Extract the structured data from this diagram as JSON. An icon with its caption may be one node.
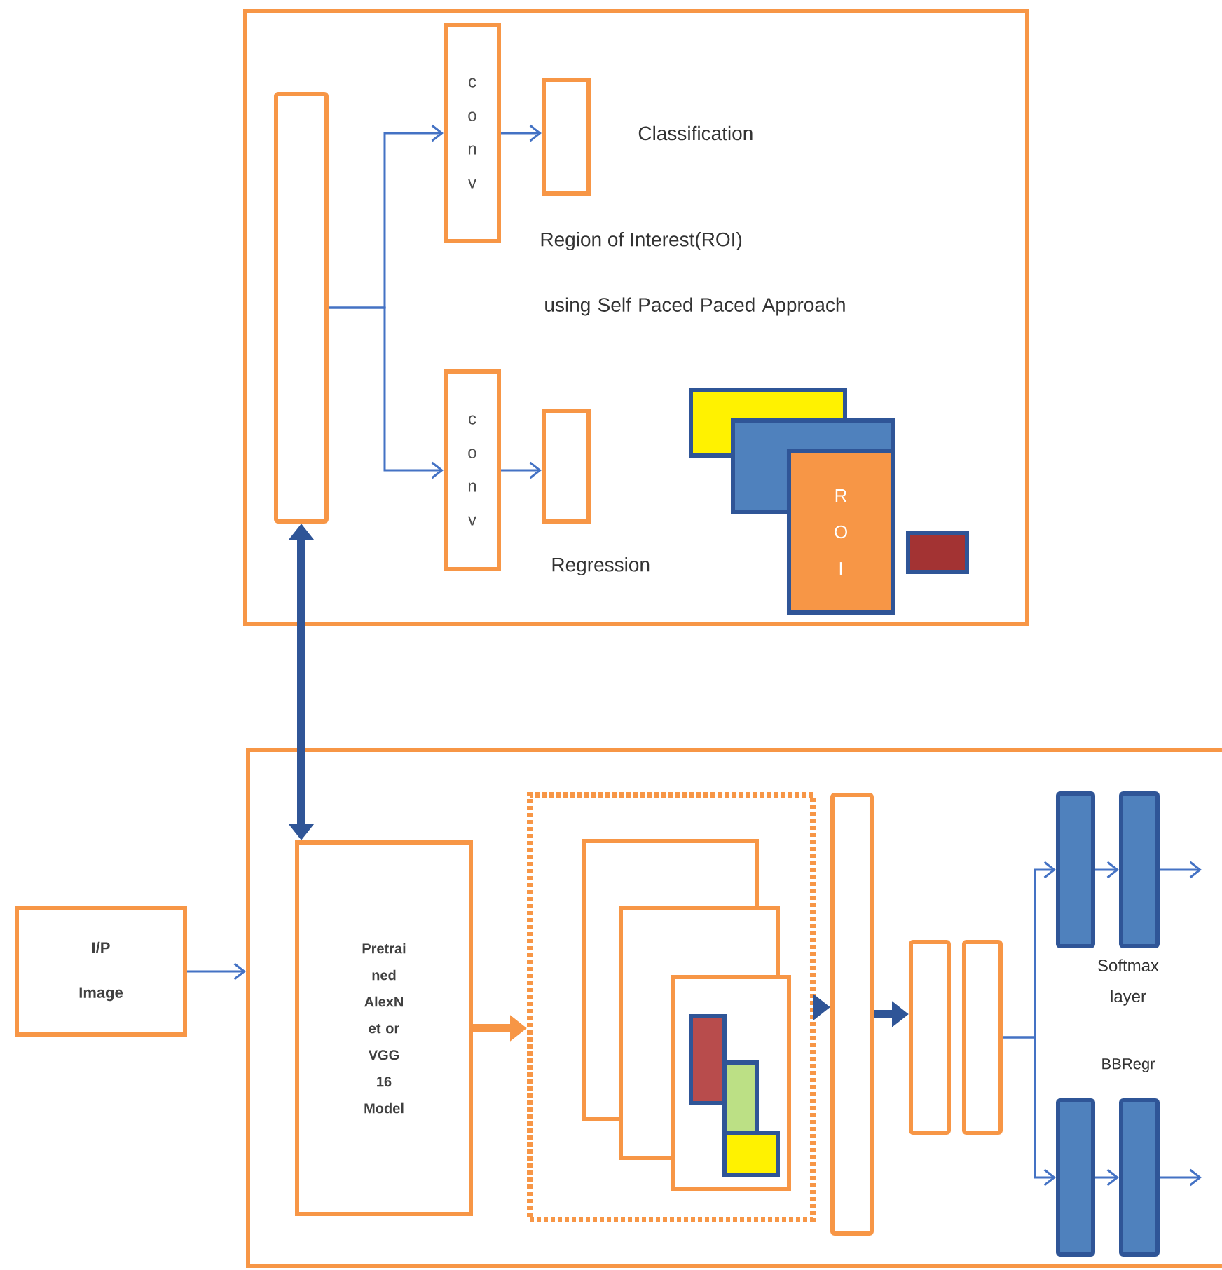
{
  "diagram": {
    "nodes": [
      {
        "text": [],
        "shape": "box"
      },
      {
        "text": [],
        "shape": "bar",
        "in": 0
      },
      {
        "text": [
          "c o n v"
        ],
        "in": 0
      },
      {
        "text": [],
        "shape": "box",
        "in": 0
      },
      {
        "text": [
          "c o n v"
        ],
        "in": 0
      },
      {
        "text": [],
        "shape": "box",
        "in": 0
      },
      {
        "text": [
          "R O I"
        ],
        "in": 0
      },
      {
        "text": [],
        "shape": "box"
      },
      {
        "text": [
          "I/P Image"
        ]
      },
      {
        "text": [
          "Pretrai ned AlexN et or VGG 16 Model"
        ],
        "in": 7
      },
      {
        "text": [],
        "shape": "box",
        "in": 7
      },
      {
        "text": [],
        "shape": "box",
        "in": 10
      },
      {
        "text": [],
        "shape": "box",
        "in": 10
      },
      {
        "text": [],
        "shape": "box",
        "in": 10
      },
      {
        "text": [],
        "shape": "bar",
        "in": 7
      },
      {
        "text": [],
        "shape": "bar",
        "in": 7
      },
      {
        "text": [],
        "shape": "bar",
        "in": 7
      },
      {
        "text": [],
        "shape": "bar",
        "in": 7
      },
      {
        "text": [],
        "shape": "bar",
        "in": 7
      },
      {
        "text": [],
        "shape": "bar",
        "in": 7
      },
      {
        "text": [],
        "shape": "bar",
        "in": 7
      }
    ],
    "edges": [
      {
        "from": 1,
        "to": 2,
        "arrow": "to"
      },
      {
        "from": 1,
        "to": 4,
        "arrow": "to"
      },
      {
        "from": 2,
        "to": 3,
        "arrow": "to"
      },
      {
        "from": 4,
        "to": 5,
        "arrow": "to"
      },
      {
        "from": 1,
        "to": 9,
        "arrow": "both",
        "style": "thick",
        "color": "#2f5597"
      },
      {
        "from": 8,
        "to": 7,
        "arrow": "to"
      },
      {
        "from": 9,
        "to": 10,
        "arrow": "to",
        "style": "thick",
        "color": "#f79646"
      },
      {
        "from": 10,
        "to": 14,
        "arrow": "to",
        "style": "thick",
        "color": "#2f5597"
      },
      {
        "from": 14,
        "to": 15,
        "arrow": "to",
        "style": "thick",
        "color": "#2f5597"
      },
      {
        "from": 16,
        "to": 17,
        "arrow": "to"
      },
      {
        "from": 16,
        "to": 19,
        "arrow": "to"
      },
      {
        "from": 17,
        "to": 18,
        "arrow": "to"
      },
      {
        "from": 19,
        "to": 20,
        "arrow": "to"
      },
      {
        "from": 18,
        "to": null,
        "arrow": "to"
      },
      {
        "from": 20,
        "to": null,
        "arrow": "to"
      }
    ],
    "labels": [
      "Classification",
      "Region of Interest(ROI)",
      "using Self Paced Paced Approach",
      "Regression",
      "Softmax layer",
      "BBRegr"
    ]
  }
}
